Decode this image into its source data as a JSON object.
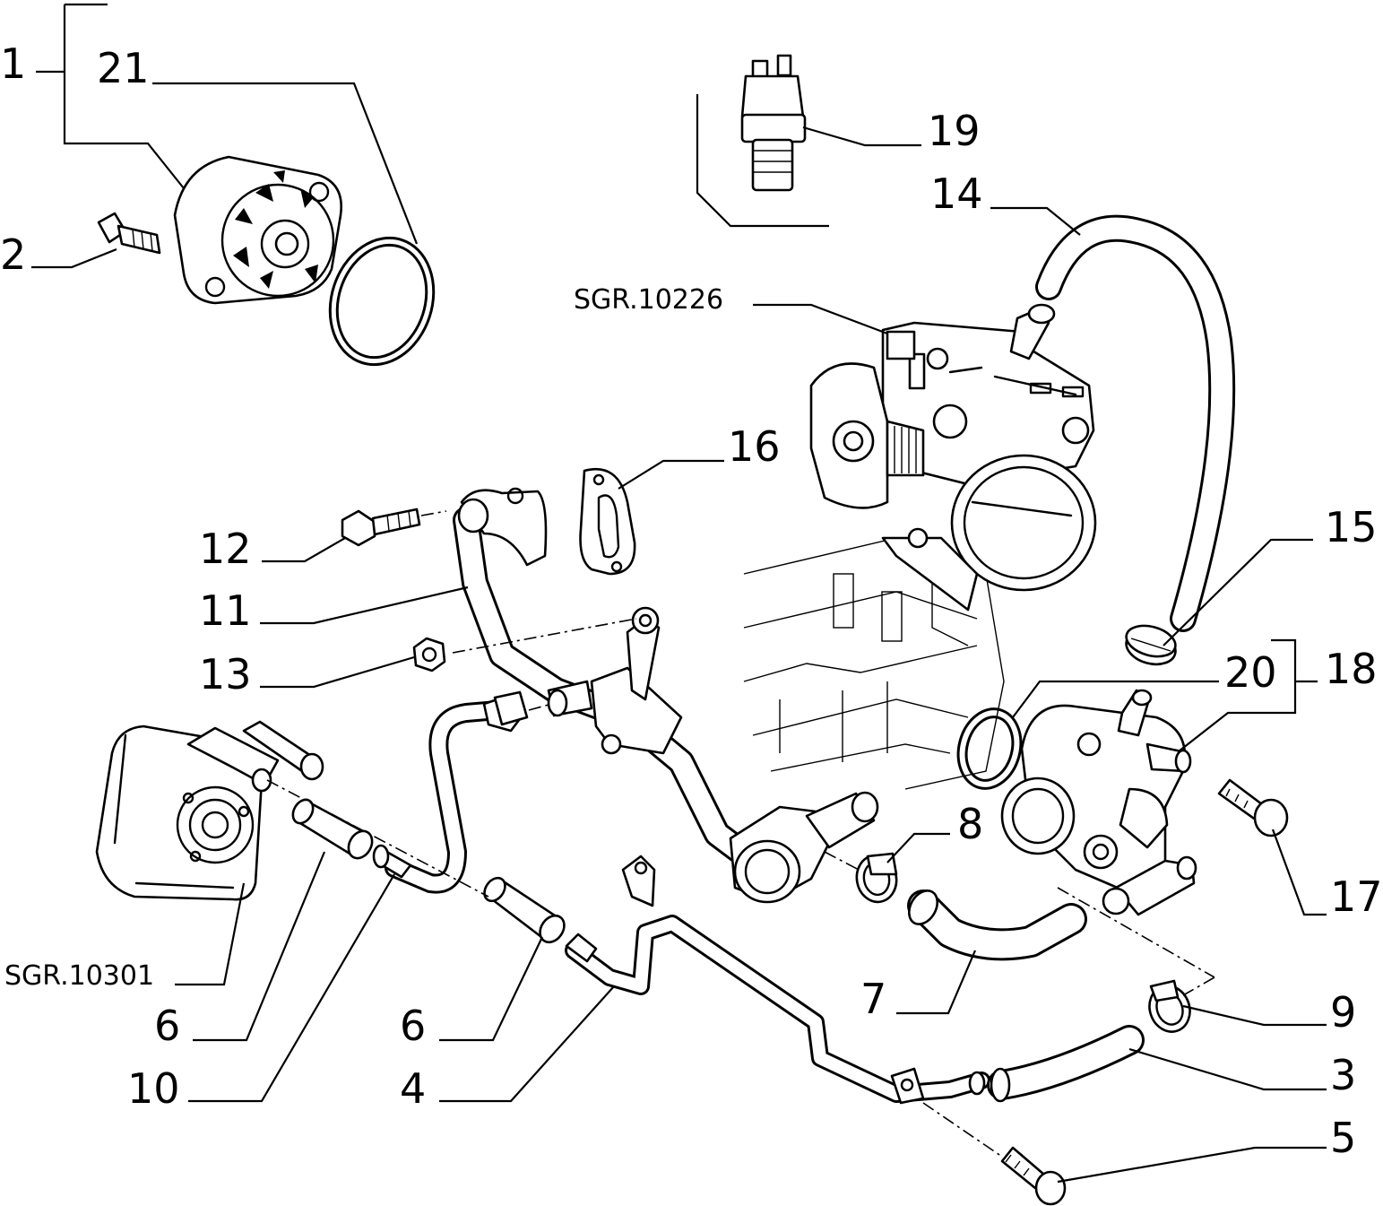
{
  "labels": {
    "l1": "1",
    "l2": "2",
    "l3": "3",
    "l4": "4",
    "l5": "5",
    "l6a": "6",
    "l6b": "6",
    "l7": "7",
    "l8": "8",
    "l9": "9",
    "l10": "10",
    "l11": "11",
    "l12": "12",
    "l13": "13",
    "l14": "14",
    "l15": "15",
    "l16": "16",
    "l17": "17",
    "l18": "18",
    "l19": "19",
    "l20": "20",
    "l21": "21"
  },
  "references": {
    "throttle_body": "SGR.10226",
    "oil_cooler": "SGR.10301"
  }
}
